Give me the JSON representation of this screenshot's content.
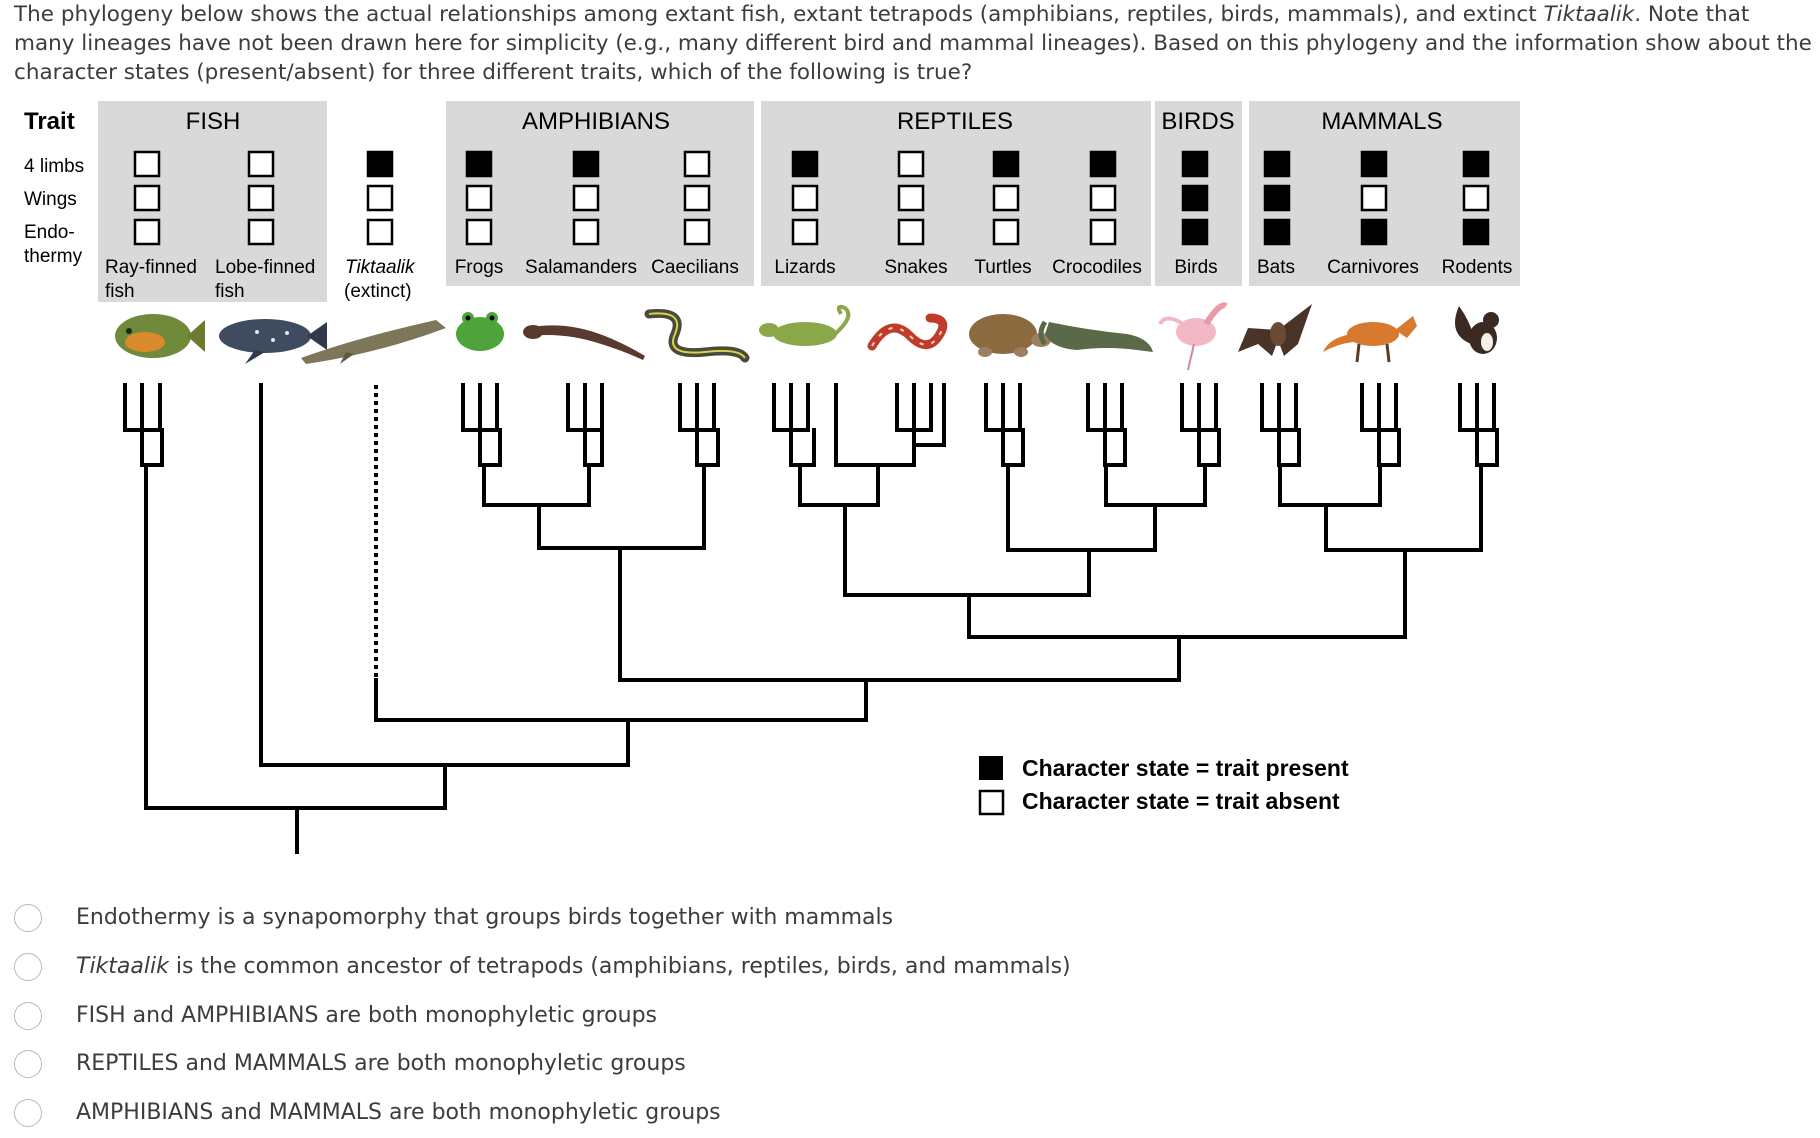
{
  "question": {
    "part1": "The phylogeny below shows the actual relationships among extant fish, extant tetrapods (amphibians, reptiles, birds, mammals), and extinct ",
    "italic": "Tiktaalik",
    "part2": ". Note that many lineages have not been drawn here for simplicity (e.g., many different bird and mammal lineages). Based on this phylogeny and the information show about the character states (present/absent) for three different traits, which of the following is true?"
  },
  "figure": {
    "trait_header": "Trait",
    "trait_rows": [
      {
        "label": "4 limbs"
      },
      {
        "label": "Wings"
      },
      {
        "label": "Endo-",
        "label2": "thermy"
      }
    ],
    "groups": [
      "FISH",
      "AMPHIBIANS",
      "REPTILES",
      "BIRDS",
      "MAMMALS"
    ],
    "taxa": [
      {
        "name": "Ray-finned",
        "name2": "fish",
        "traits": [
          false,
          false,
          false
        ],
        "animal": "sunfish"
      },
      {
        "name": "Lobe-finned",
        "name2": "fish",
        "traits": [
          false,
          false,
          false
        ],
        "animal": "coelacanth"
      },
      {
        "name": "Tiktaalik",
        "name2": "(extinct)",
        "traits": [
          true,
          false,
          false
        ],
        "animal": "tiktaalik"
      },
      {
        "name": "Frogs",
        "traits": [
          true,
          false,
          false
        ],
        "animal": "frog"
      },
      {
        "name": "Salamanders",
        "traits": [
          true,
          false,
          false
        ],
        "animal": "salamander"
      },
      {
        "name": "Caecilians",
        "traits": [
          false,
          false,
          false
        ],
        "animal": "caecilian"
      },
      {
        "name": "Lizards",
        "traits": [
          true,
          false,
          false
        ],
        "animal": "lizard"
      },
      {
        "name": "Snakes",
        "traits": [
          false,
          false,
          false
        ],
        "animal": "snake"
      },
      {
        "name": "Turtles",
        "traits": [
          true,
          false,
          false
        ],
        "animal": "turtle"
      },
      {
        "name": "Crocodiles",
        "traits": [
          true,
          false,
          false
        ],
        "animal": "crocodile"
      },
      {
        "name": "Birds",
        "traits": [
          true,
          true,
          true
        ],
        "animal": "spoonbill"
      },
      {
        "name": "Bats",
        "traits": [
          true,
          true,
          true
        ],
        "animal": "bat"
      },
      {
        "name": "Carnivores",
        "traits": [
          true,
          false,
          true
        ],
        "animal": "fox"
      },
      {
        "name": "Rodents",
        "traits": [
          true,
          false,
          true
        ],
        "animal": "squirrel"
      }
    ],
    "legend": {
      "present": "Character state = trait present",
      "absent": "Character state = trait absent"
    },
    "colors": {
      "panel": "#d9d9d9",
      "filled": "#000000",
      "empty": "#ffffff"
    }
  },
  "options": [
    {
      "text": "Endothermy is a synapomorphy that groups birds together with mammals"
    },
    {
      "italic": "Tiktaalik",
      "text": " is the common ancestor of tetrapods (amphibians, reptiles, birds, and mammals)"
    },
    {
      "text": "FISH and AMPHIBIANS are both monophyletic groups"
    },
    {
      "text": "REPTILES and MAMMALS are both monophyletic groups"
    },
    {
      "text": "AMPHIBIANS and MAMMALS are both monophyletic groups"
    }
  ]
}
